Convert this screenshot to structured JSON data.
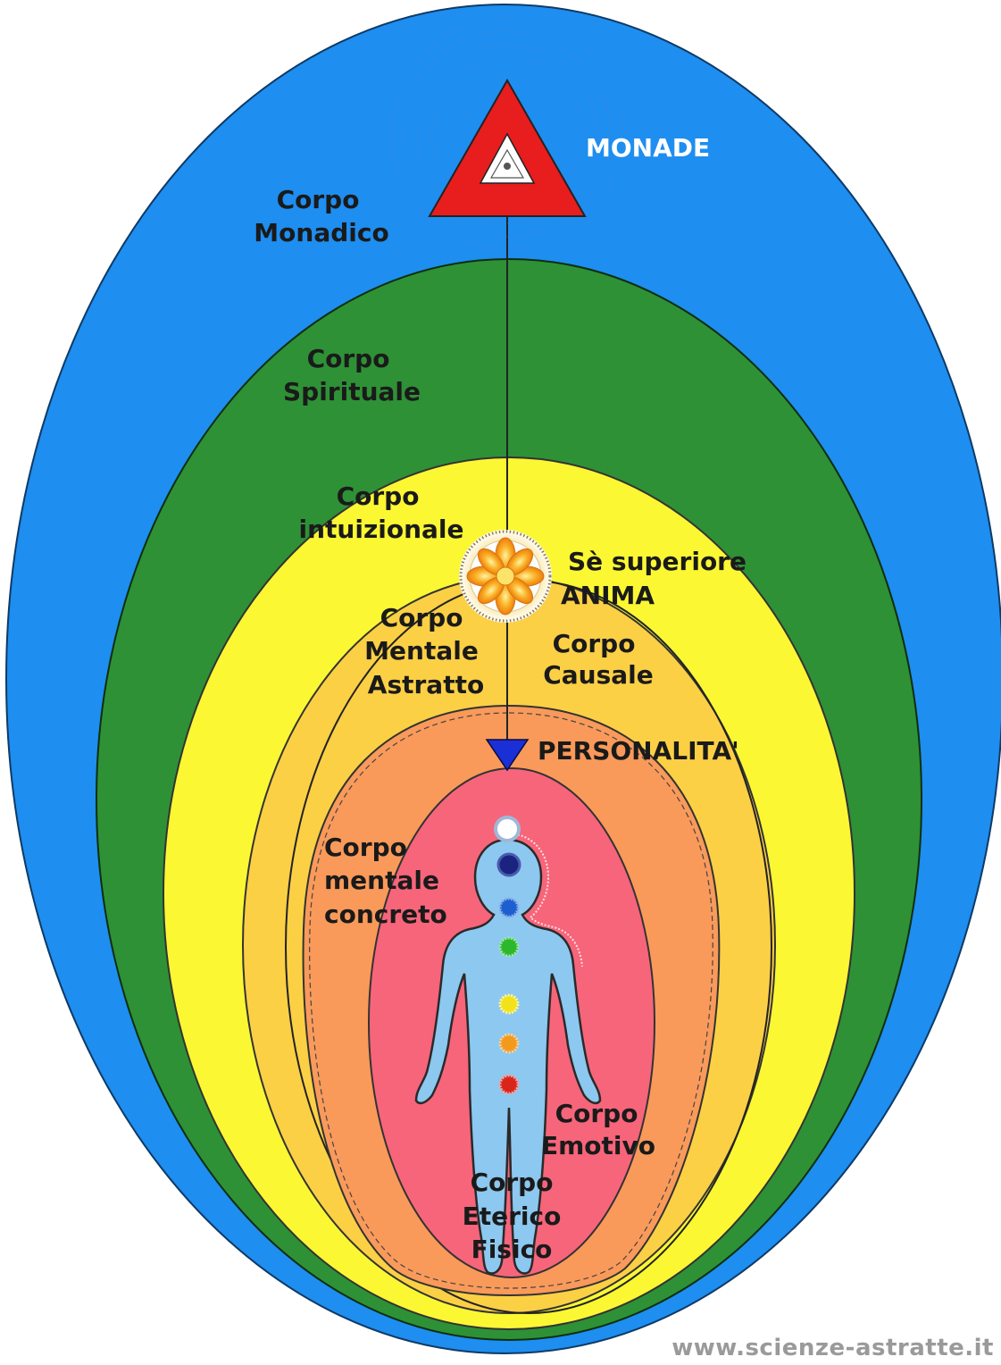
{
  "layers": {
    "monadic": {
      "label_line1": "Corpo",
      "label_line2": "Monadico",
      "color": "#1e8ef0"
    },
    "spiritual": {
      "label_line1": "Corpo",
      "label_line2": "Spirituale",
      "color": "#2e9136"
    },
    "intuitional": {
      "label_line1": "Corpo",
      "label_line2": "intuizionale",
      "color": "#fbf733"
    },
    "abstract_mental": {
      "label_line1": "Corpo",
      "label_line2": "Mentale",
      "label_line3": "Astratto",
      "color": "#fcd045"
    },
    "causal": {
      "label_line1": "Corpo",
      "label_line2": "Causale"
    },
    "concrete_mental": {
      "label_line1": "Corpo",
      "label_line2": "mentale",
      "label_line3": "concreto",
      "color": "#f99a5a"
    },
    "emotional": {
      "label_line1": "Corpo",
      "label_line2": "Emotivo",
      "color": "#f7657a"
    },
    "etheric_physical": {
      "label_line1": "Corpo",
      "label_line2": "Eterico",
      "label_line3": "Fisico",
      "color": "#8cc8f0"
    }
  },
  "monad": {
    "label": "MONADE",
    "color": "#e81d1d"
  },
  "soul": {
    "label_line1": "Sè superiore",
    "label_line2": "ANIMA"
  },
  "personality": {
    "label": "PERSONALITA'",
    "color": "#1a2fd6"
  },
  "chakras": [
    {
      "icon": "crown-chakra-icon",
      "color": "#9fb8d8"
    },
    {
      "icon": "third-eye-chakra-icon",
      "color": "#1a237e"
    },
    {
      "icon": "throat-chakra-icon",
      "color": "#1e5fd0"
    },
    {
      "icon": "heart-chakra-icon",
      "color": "#2cb82c"
    },
    {
      "icon": "solar-plexus-chakra-icon",
      "color": "#f2e21a"
    },
    {
      "icon": "sacral-chakra-icon",
      "color": "#f39a1e"
    },
    {
      "icon": "root-chakra-icon",
      "color": "#d9261c"
    }
  ],
  "watermark": "www.scienze-astratte.it"
}
